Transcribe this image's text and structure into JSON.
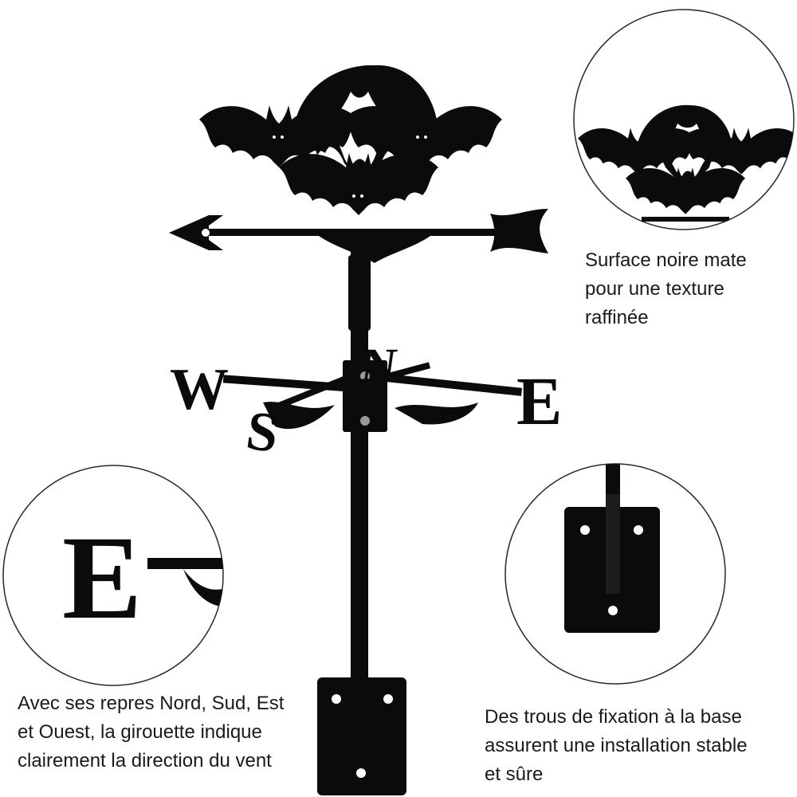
{
  "compass_letters": {
    "west": "W",
    "east": "E",
    "north": "N",
    "south": "S"
  },
  "captions": {
    "texture": [
      "Surface noire mate",
      "pour une texture",
      "raffinée"
    ],
    "compass": [
      "Avec ses repres Nord, Sud, Est",
      "et Ouest, la girouette indique",
      "clairement la direction du vent"
    ],
    "holes": [
      "Des trous de fixation à la base",
      "assurent une installation stable",
      "et sûre"
    ]
  },
  "colors": {
    "metal": "#0b0b0b",
    "background": "#ffffff",
    "circle_outline": "#2a2a2a",
    "text": "#1a1a1a"
  },
  "icons": [
    "bat-icon",
    "arrow-icon",
    "mounting-plate-icon"
  ]
}
